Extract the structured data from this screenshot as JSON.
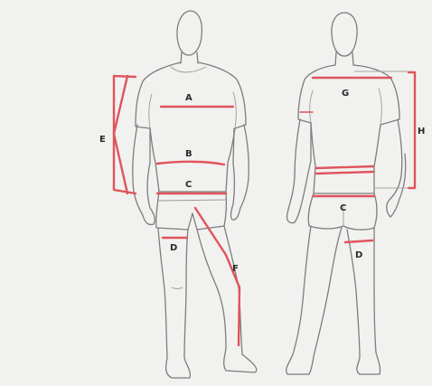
{
  "colors": {
    "accent": "#e0545c",
    "outline": "#7d7d7d",
    "background": "#f1f1ef"
  },
  "front_figure": {
    "labels": {
      "a": "A",
      "b": "B",
      "c": "C",
      "d": "D",
      "e": "E",
      "f": "F"
    }
  },
  "back_figure": {
    "labels": {
      "g": "G",
      "h": "H",
      "c": "C",
      "d": "D"
    }
  }
}
